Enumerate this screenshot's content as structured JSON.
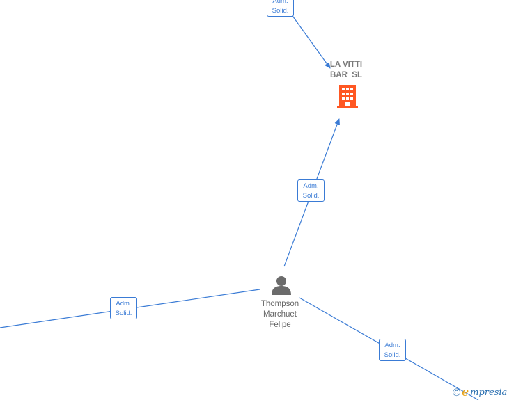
{
  "diagram": {
    "company": {
      "name_line1": "LA VITTI",
      "name_line2": "BAR  SL",
      "icon": "building-icon",
      "icon_color": "#ff5722"
    },
    "person": {
      "name_line1": "Thompson",
      "name_line2": "Marchuet",
      "name_line3": "Felipe",
      "icon": "person-icon",
      "icon_color": "#6b6b6b"
    },
    "relations": [
      {
        "line1": "Adm.",
        "line2": "Solid."
      },
      {
        "line1": "Adm.",
        "line2": "Solid."
      },
      {
        "line1": "Adm.",
        "line2": "Solid."
      },
      {
        "line1": "Adm.",
        "line2": "Solid."
      }
    ],
    "edge_color": "#3a7bd5"
  },
  "brand": {
    "copyright_symbol": "©",
    "logo_initial": "e",
    "logo_rest": "mpresia"
  }
}
